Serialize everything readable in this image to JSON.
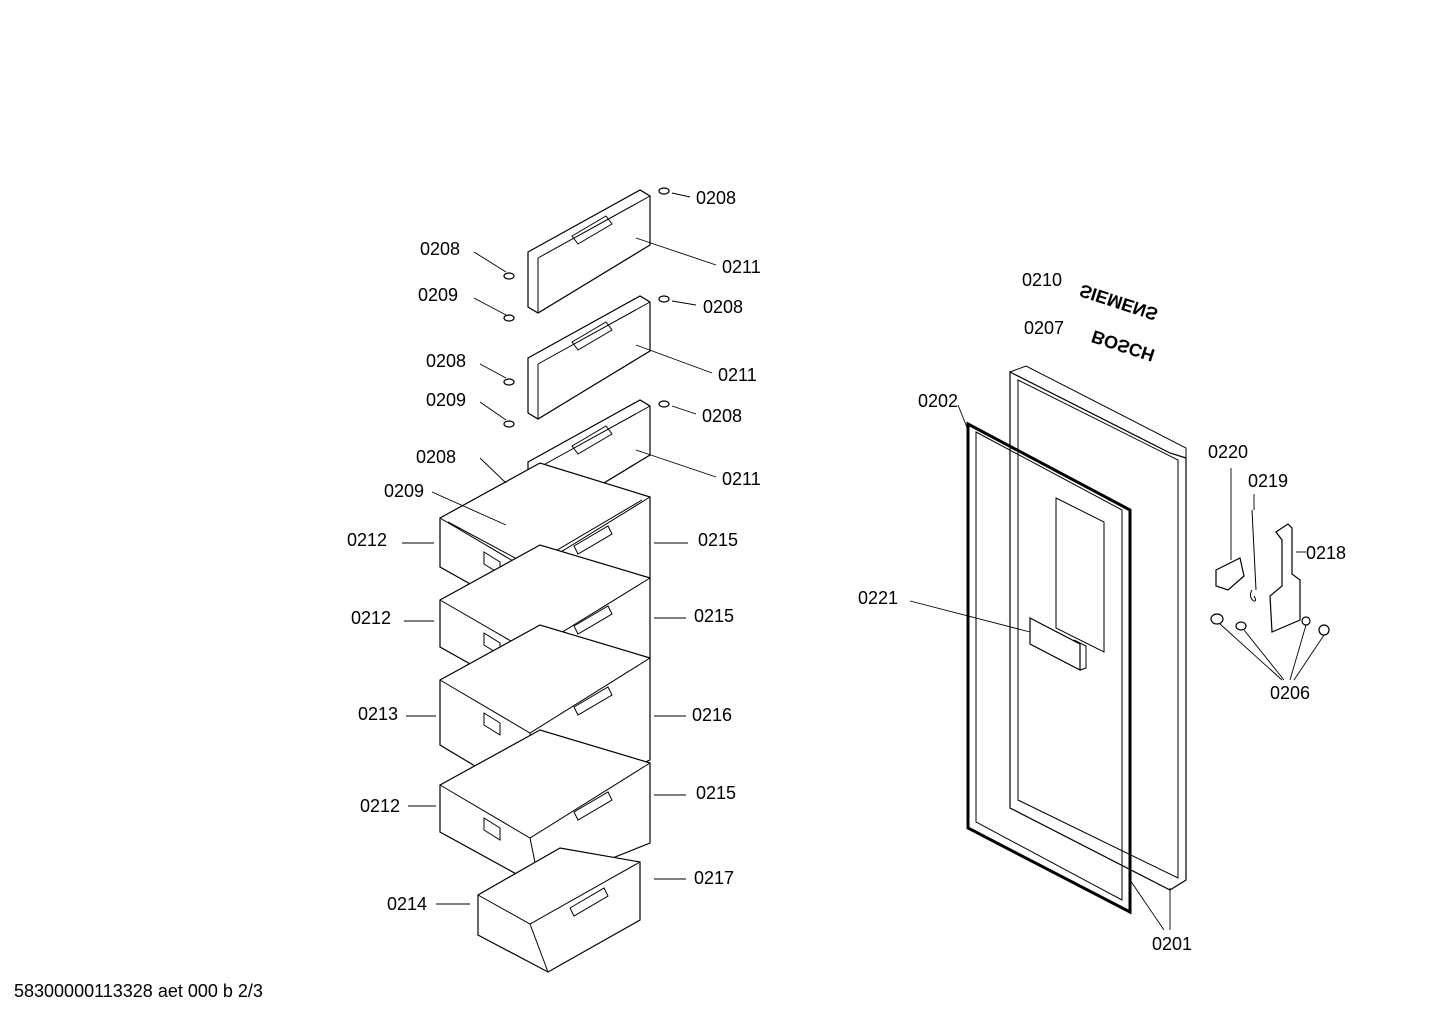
{
  "footer": "58300000113328 aet 000 b 2/3",
  "brand_badges": {
    "siemens": "SIEMENS",
    "bosch": "BOSCH"
  },
  "part_labels": {
    "p0208_a": "0208",
    "p0211_a": "0211",
    "p0208_b": "0208",
    "p0209_a": "0209",
    "p0208_c": "0208",
    "p0211_b": "0211",
    "p0208_d": "0208",
    "p0209_b": "0209",
    "p0208_e": "0208",
    "p0211_c": "0211",
    "p0208_f": "0208",
    "p0209_c": "0209",
    "p0212_a": "0212",
    "p0215_a": "0215",
    "p0212_b": "0212",
    "p0215_b": "0215",
    "p0213": "0213",
    "p0216": "0216",
    "p0212_c": "0212",
    "p0215_c": "0215",
    "p0214": "0214",
    "p0217": "0217",
    "p0210": "0210",
    "p0207": "0207",
    "p0202": "0202",
    "p0220": "0220",
    "p0219": "0219",
    "p0218": "0218",
    "p0221": "0221",
    "p0206": "0206",
    "p0201": "0201"
  }
}
